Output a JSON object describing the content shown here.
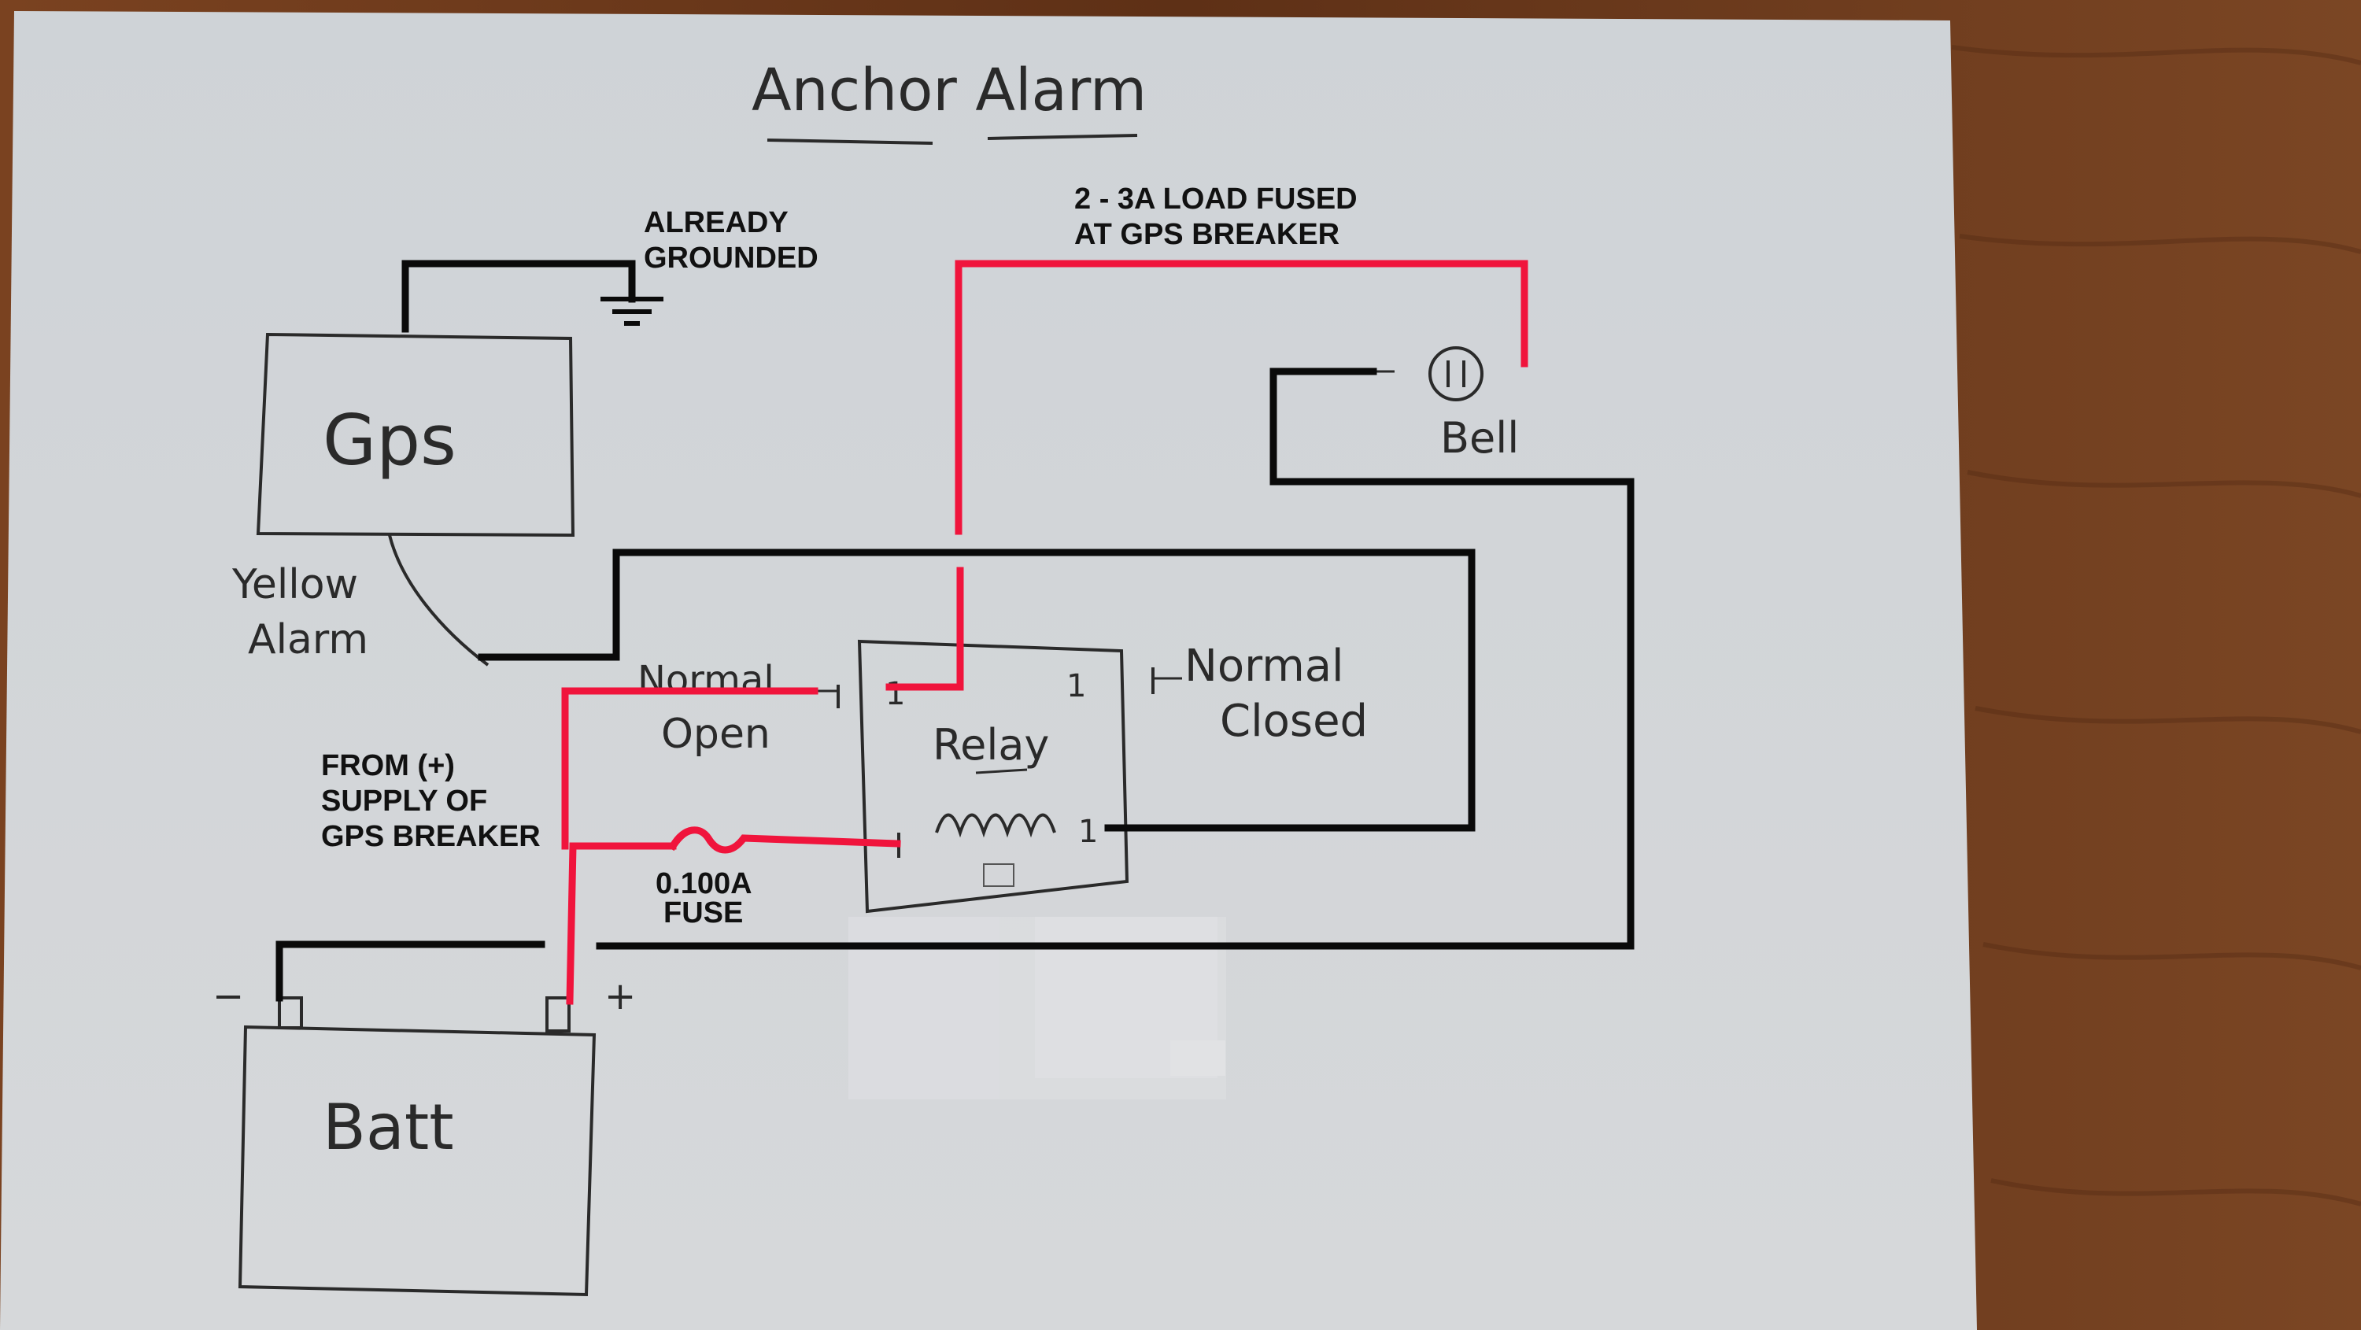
{
  "title": "Anchor Alarm",
  "labels": {
    "gps": "Gps",
    "bell": "Bell",
    "relay": "Relay",
    "batt": "Batt",
    "yellow_alarm_line1": "Yellow",
    "yellow_alarm_line2": "Alarm",
    "normal_open_line1": "Normal",
    "normal_open_line2": "Open",
    "normal_closed_line1": "Normal",
    "normal_closed_line2": "Closed",
    "relay_pin_1_tl": "1",
    "relay_pin_1_tr": "1",
    "relay_pin_1_br": "1",
    "batt_minus": "−",
    "batt_plus": "+"
  },
  "annotations": {
    "already_grounded_line1": "ALREADY",
    "already_grounded_line2": "GROUNDED",
    "load_fused_line1": "2 - 3A LOAD FUSED",
    "load_fused_line2": "AT GPS BREAKER",
    "supply_line1": "FROM (+)",
    "supply_line2": "SUPPLY OF",
    "supply_line3": "GPS BREAKER",
    "fuse_line1": "0.100A",
    "fuse_line2": "FUSE"
  },
  "colors": {
    "paper": "#d3d6d9",
    "desk": "#6e3a1c",
    "wire_black": "#0a0a0a",
    "wire_red": "#f0143c",
    "pencil": "#2a2a2a"
  }
}
